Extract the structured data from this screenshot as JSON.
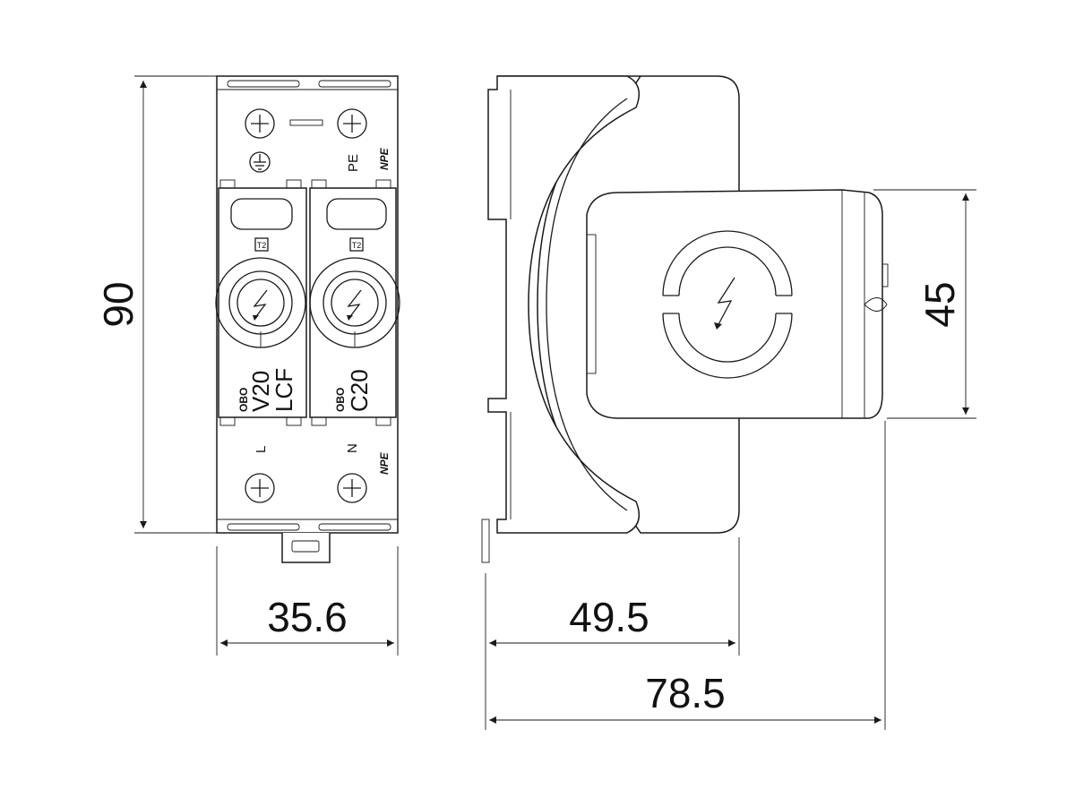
{
  "dimensions": {
    "height": "90",
    "width": "35.6",
    "depth_front": "49.5",
    "depth_total": "78.5",
    "module_height": "45"
  },
  "front_view": {
    "top_terminal_label": "PE",
    "bottom_left_terminal_label": "L",
    "bottom_right_terminal_label": "N",
    "npe_mark": "NPE",
    "left_module": {
      "brand": "OBO",
      "line1": "V20",
      "line2": "LCF"
    },
    "right_module": {
      "brand": "OBO",
      "line1": "C20"
    }
  },
  "colors": {
    "line": "#1a1a1a",
    "background": "#ffffff"
  }
}
